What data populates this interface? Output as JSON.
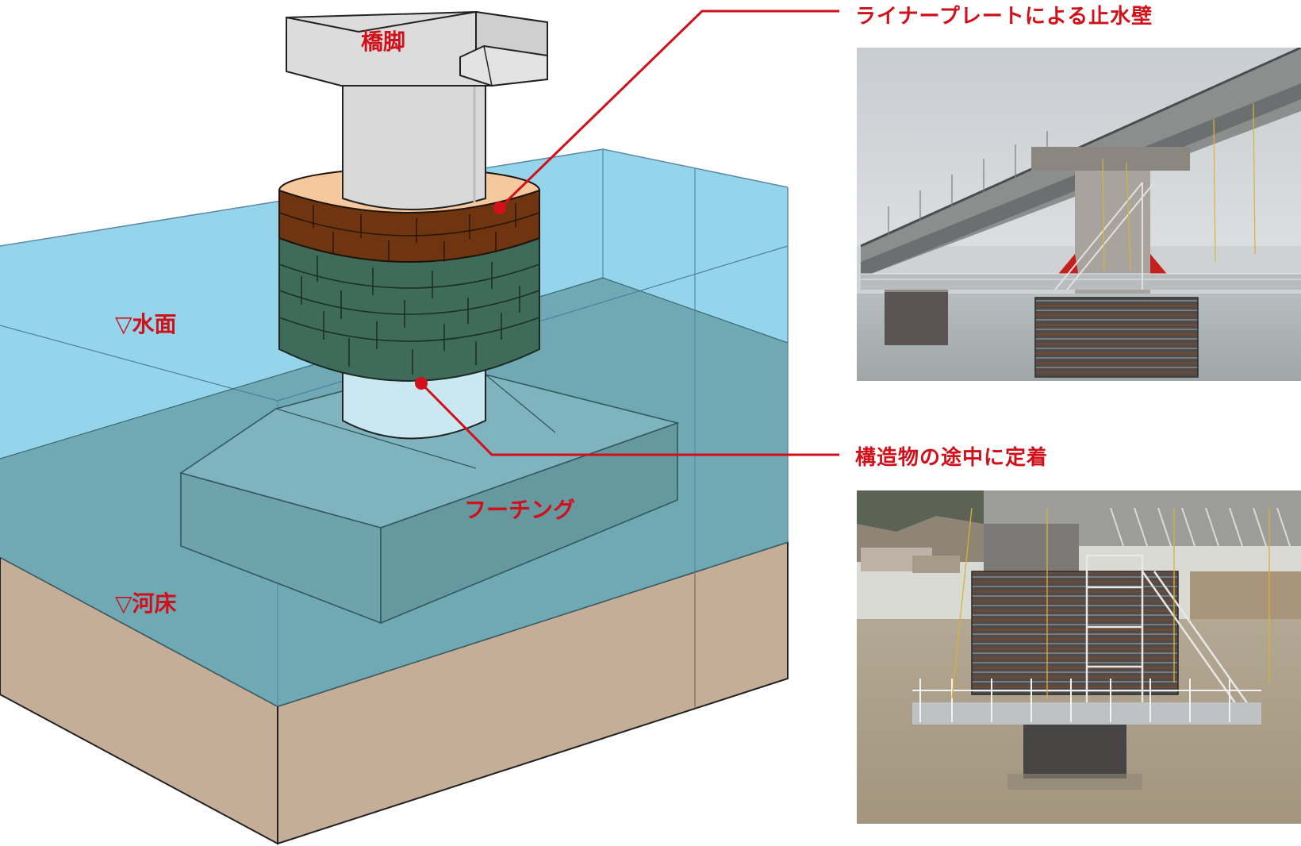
{
  "labels": {
    "pier": "橋脚",
    "water_surface": "▽水面",
    "riverbed": "▽河床",
    "footing": "フーチング",
    "callout_wall": "ライナープレートによる止水壁",
    "callout_anchor": "構造物の途中に定着"
  },
  "photos": {
    "top": {
      "name": "bridge-pier-water-cutoff-photo"
    },
    "bottom": {
      "name": "pier-scaffolding-photo"
    }
  },
  "colors": {
    "accent_red": "#d0101a",
    "water": "#8fd3ea",
    "water_deep": "#6fa9b3",
    "soil": "#c4ae98",
    "concrete": "#d9d9d9",
    "liner_brown": "#6e3510",
    "liner_green": "#3f6b5a"
  }
}
